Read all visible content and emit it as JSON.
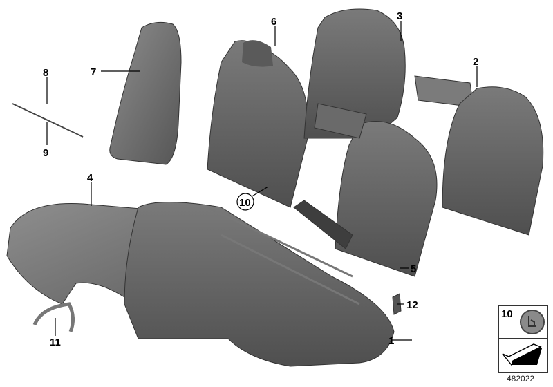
{
  "diagram": {
    "callouts": [
      "1",
      "2",
      "3",
      "4",
      "5",
      "6",
      "7",
      "8",
      "9",
      "10",
      "11",
      "12"
    ],
    "colors": {
      "part_fill": "#6f6f6f",
      "part_dark": "#4a4a4a",
      "part_light": "#9a9a9a",
      "line": "#000000"
    }
  },
  "legend": {
    "number": "10",
    "icon": "seat-occupancy-badge-icon",
    "arrow_icon": "arrow-down-left-icon"
  },
  "diagram_id": "482022"
}
